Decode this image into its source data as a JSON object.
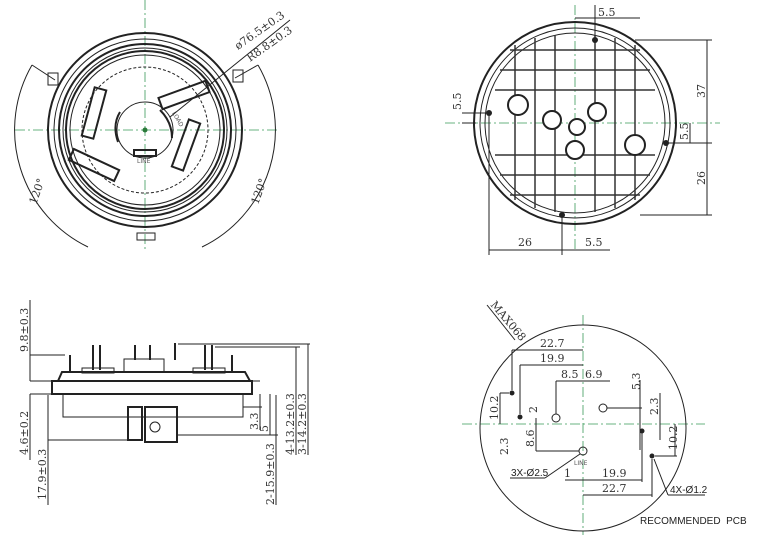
{
  "top_view": {
    "diameter": "ø76.5±0.3",
    "radius": "R8.8±0.3",
    "angle_left": "120°",
    "angle_right": "120°",
    "terminal_line": "LINE",
    "terminal_load": "LOAD"
  },
  "bottom_view": {
    "top_offset": "5.5",
    "left_offset": "5.5",
    "right_height": "37",
    "right_offset": "5.5",
    "right_lower": "26",
    "bottom_width": "26",
    "bottom_offset": "5.5"
  },
  "side_view": {
    "height_top": "9.8±0.3",
    "flange": "4.6±0.2",
    "total": "17.9±0.3",
    "d33": "3.3",
    "d5": "5",
    "pins_159": "2-15.9±0.3",
    "pins_132": "4-13.2±0.3",
    "pins_142": "3-14.2±0.3"
  },
  "pcb_view": {
    "max": "MAX068",
    "d227_top": "22.7",
    "d199_top": "19.9",
    "d85": "8.5",
    "d69": "6.9",
    "d53": "5.3",
    "d23_right": "2.3",
    "d102_left": "10.2",
    "d2": "2",
    "d23_left": "2.3",
    "d86": "8.6",
    "d102_right": "10.2",
    "d1": "1",
    "d199_bottom": "19.9",
    "d227_bottom": "22.7",
    "hole_large": "3X-Ø2.5",
    "hole_small": "4X-Ø1.2",
    "caption": "RECOMMENDED  PCB"
  }
}
